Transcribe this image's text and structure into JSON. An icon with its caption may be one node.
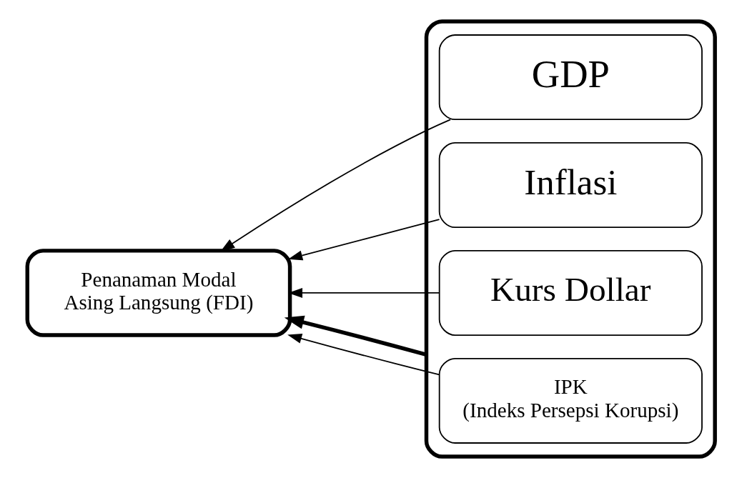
{
  "diagram": {
    "nodes": [
      {
        "text": [
          "Penanaman Modal Asing Langsung (FDI)"
        ]
      },
      {
        "text": [],
        "shape": "box"
      },
      {
        "text": [
          "GDP"
        ],
        "in": 1
      },
      {
        "text": [
          "Inflasi"
        ],
        "in": 1
      },
      {
        "text": [
          "Kurs Dollar"
        ],
        "in": 1
      },
      {
        "text": [
          "IPK",
          "(Indeks Persepsi Korupsi)"
        ],
        "in": 1
      }
    ],
    "edges": [
      {
        "from": 2,
        "to": 0,
        "arrow": "to"
      },
      {
        "from": 3,
        "to": 0,
        "arrow": "to"
      },
      {
        "from": 4,
        "to": 0,
        "arrow": "to"
      },
      {
        "from": 5,
        "to": 0,
        "arrow": "to"
      },
      {
        "from": 1,
        "to": 0,
        "arrow": "to",
        "style": "thick"
      }
    ]
  }
}
